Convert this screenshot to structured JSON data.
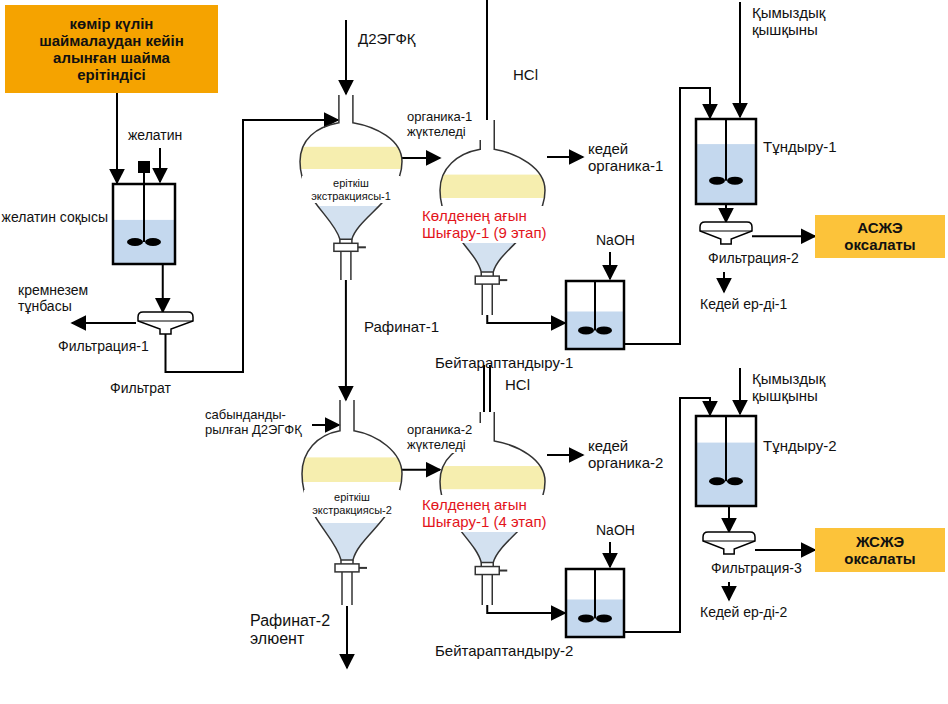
{
  "diagram": {
    "nodes": [
      {
        "text": [
          "көмір күлін шаймалаудан кейін алынған шайма ерітіндісі"
        ]
      },
      {
        "text": [
          "желатин соқысы"
        ]
      },
      {
        "text": [
          "Фильтрация-1"
        ]
      },
      {
        "text": [
          "еріткіш экстракциясы-1"
        ]
      },
      {
        "text": [
          "Көлденең ағын Шығару-1 (9 этап)"
        ]
      },
      {
        "text": [
          "Бейтараптандыру-1"
        ]
      },
      {
        "text": [
          "Тұндыру-1"
        ]
      },
      {
        "text": [
          "Фильтрация-2"
        ]
      },
      {
        "text": [
          "АСЖЭ оксалаты"
        ]
      },
      {
        "text": [
          "еріткіш экстракциясы-2"
        ]
      },
      {
        "text": [
          "Көлденең ағын Шығару-1 (4 этап)"
        ]
      },
      {
        "text": [
          "Бейтараптандыру-2"
        ]
      },
      {
        "text": [
          "Тұндыру-2"
        ]
      },
      {
        "text": [
          "Фильтрация-3"
        ]
      },
      {
        "text": [
          "ЖСЖЭ оксалаты"
        ]
      }
    ],
    "edges": [
      {
        "from": 0,
        "to": 1,
        "arrow": "to"
      },
      {
        "from": 1,
        "to": 2,
        "arrow": "to"
      },
      {
        "from": 2,
        "to": 3,
        "label": "Фильтрат",
        "arrow": "to"
      },
      {
        "from": 3,
        "to": 4,
        "label": "органика-1 жүктеледі",
        "arrow": "to"
      },
      {
        "from": 3,
        "to": 9,
        "label": "Рафинат-1",
        "arrow": "to"
      },
      {
        "from": 4,
        "to": 5,
        "arrow": "to"
      },
      {
        "from": 5,
        "to": 6,
        "arrow": "to"
      },
      {
        "from": 6,
        "to": 7,
        "arrow": "to"
      },
      {
        "from": 7,
        "to": 8,
        "arrow": "to"
      },
      {
        "from": 9,
        "to": 10,
        "label": "органика-2 жүктеледі",
        "arrow": "to"
      },
      {
        "from": 10,
        "to": 11,
        "arrow": "to"
      },
      {
        "from": 11,
        "to": 12,
        "arrow": "to"
      },
      {
        "from": 12,
        "to": 13,
        "arrow": "to"
      },
      {
        "from": 13,
        "to": 14,
        "arrow": "to"
      }
    ],
    "labels": [
      "желатин",
      "Д2ЭГФҚ",
      "HCl",
      "Қымыздық қышқыны",
      "кедей органика-1",
      "NaOH",
      "кремнезем тұнбасы",
      "Кедей ер-ді-1",
      "сабынданды- рылған Д2ЭГФҚ",
      "HCl",
      "Қымыздық қышқыны",
      "кедей органика-2",
      "NaOH",
      "Кедей ер-ді-2",
      "Рафинат-2 элюент"
    ]
  }
}
